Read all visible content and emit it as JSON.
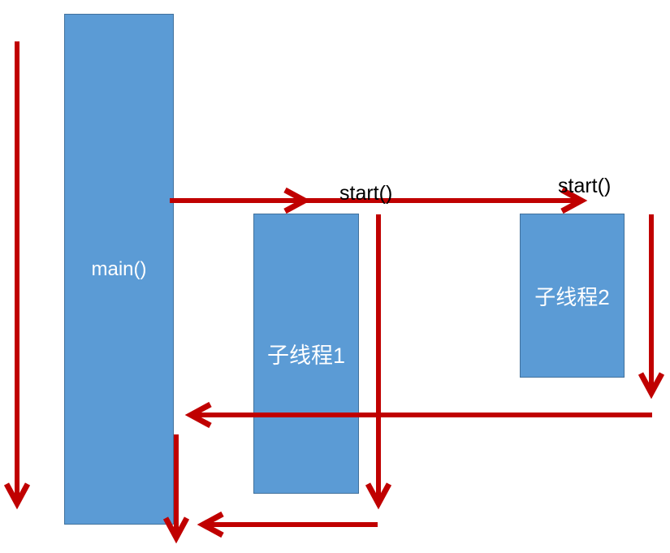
{
  "colors": {
    "box_fill": "#5B9BD5",
    "box_border": "#41719C",
    "arrow": "#C00000",
    "box_label": "#FFFFFF",
    "start_label": "#000000",
    "background": "#FFFFFF"
  },
  "diagram": {
    "boxes": [
      {
        "id": "main-thread",
        "label": "main()"
      },
      {
        "id": "child-thread-1",
        "label": "子线程1"
      },
      {
        "id": "child-thread-2",
        "label": "子线程2"
      }
    ],
    "labels": [
      {
        "id": "start-call-1",
        "text": "start()"
      },
      {
        "id": "start-call-2",
        "text": "start()"
      }
    ]
  }
}
